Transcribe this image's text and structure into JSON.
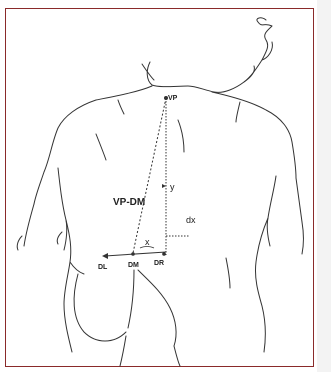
{
  "diagram": {
    "labels": {
      "vp": "VP",
      "vp_dm": "VP-DM",
      "y": "y",
      "dx": "dx",
      "x": "x",
      "dl": "DL",
      "dm": "DM",
      "dr": "DR"
    },
    "colors": {
      "frame": "#8a2a2a",
      "line": "#333333",
      "background": "#ffffff"
    }
  }
}
